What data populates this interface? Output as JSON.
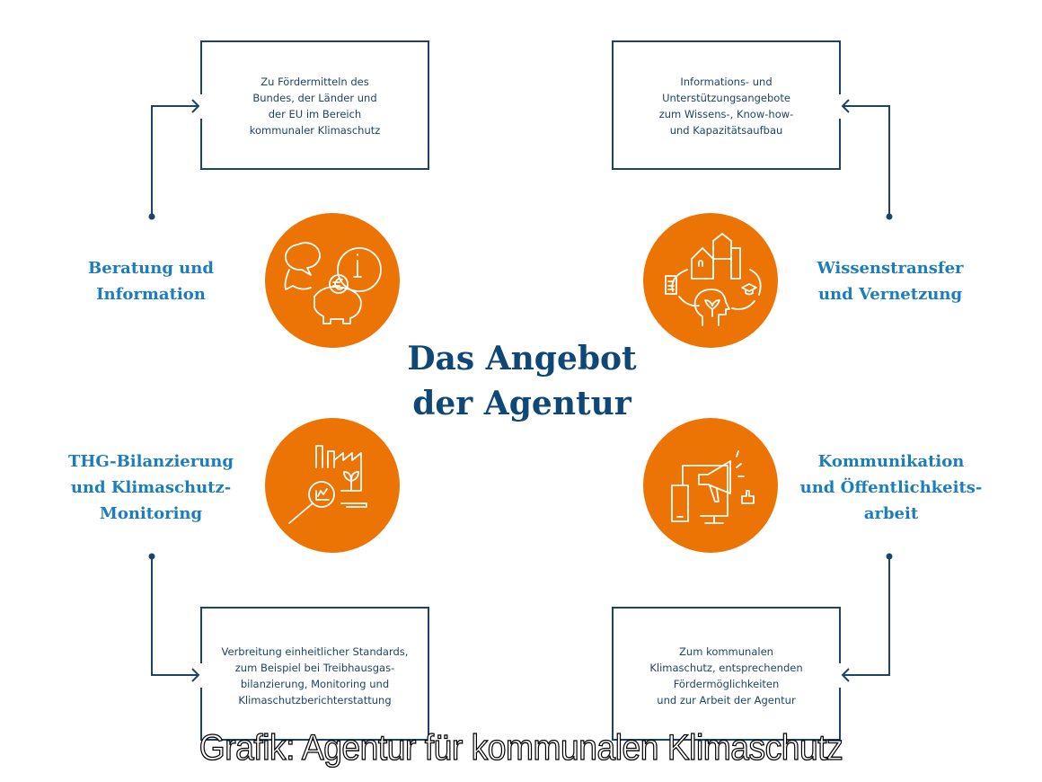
{
  "title": {
    "line1": "Das Angebot",
    "line2": "der Agentur"
  },
  "colors": {
    "orange": "#ec7405",
    "navy": "#1d4466",
    "label_blue": "#1b7dbd",
    "title_blue": "#0f4776"
  },
  "quadrants": [
    {
      "label": [
        "Beratung und",
        "Information"
      ],
      "icon": "piggy-bank-info-speech-icon",
      "box": [
        "Zu Fördermitteln des",
        "Bundes, der Länder und",
        "der EU im Bereich",
        "kommunaler Klimaschutz"
      ]
    },
    {
      "label": [
        "Wissenstransfer",
        "und Vernetzung"
      ],
      "icon": "buildings-head-knowledge-icon",
      "box": [
        "Informations- und",
        "Unterstützungsangebote",
        "zum Wissens-, Know-how-",
        "und Kapazitätsaufbau"
      ]
    },
    {
      "label": [
        "THG-Bilanzierung",
        "und Klimaschutz-",
        "Monitoring"
      ],
      "icon": "factory-magnifier-icon",
      "box": [
        "Verbreitung einheitlicher Standards,",
        "zum Beispiel bei Treibhausgas-",
        "bilanzierung, Monitoring und",
        "Klimaschutzberichterstattung"
      ]
    },
    {
      "label": [
        "Kommunikation",
        "und Öffentlichkeits-",
        "arbeit"
      ],
      "icon": "megaphone-screen-icon",
      "box": [
        "Zum kommunalen",
        "Klimaschutz, entsprechenden",
        "Fördermöglichkeiten",
        "und zur Arbeit der Agentur"
      ]
    }
  ],
  "caption": "Grafik: Agentur für kommunalen Klimaschutz"
}
